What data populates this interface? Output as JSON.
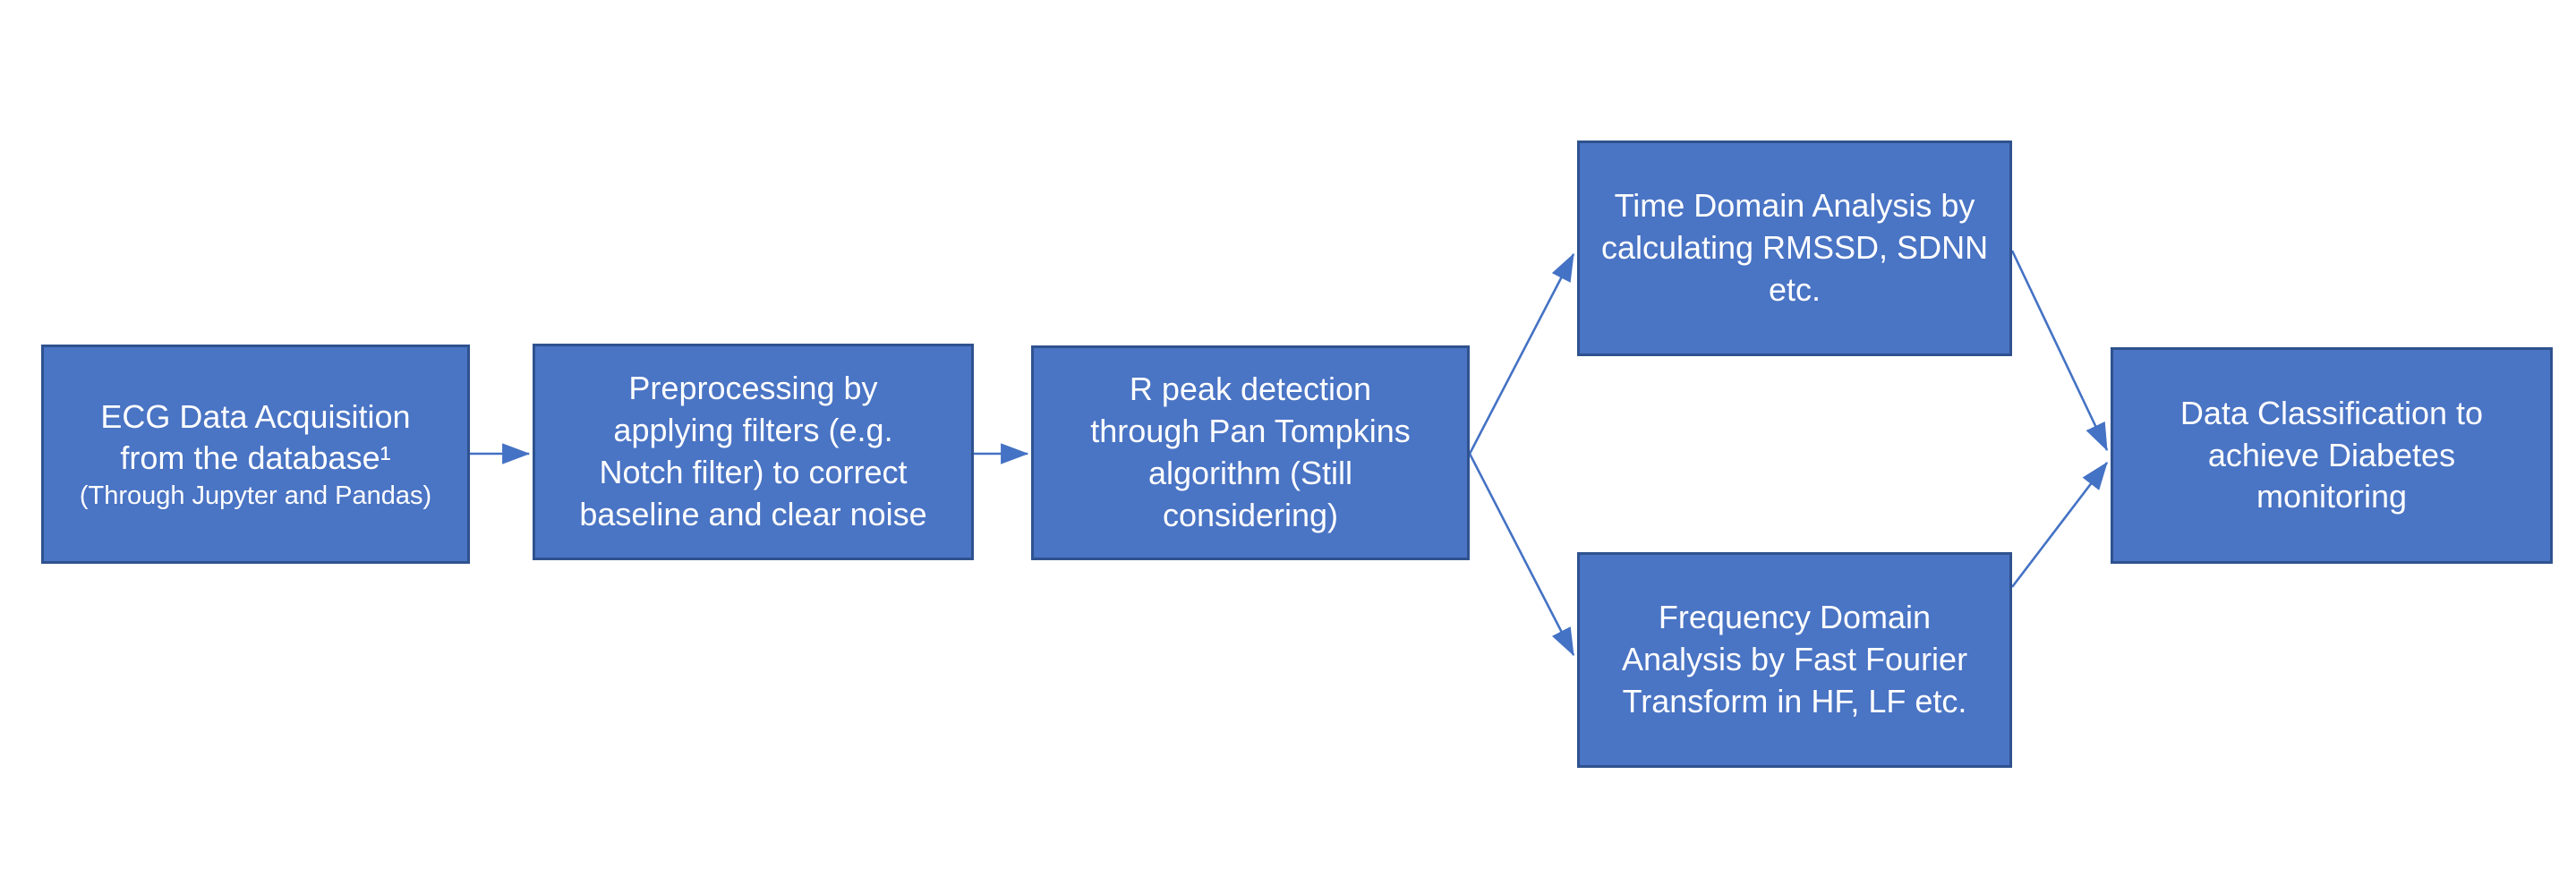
{
  "flowchart": {
    "colors": {
      "node_fill": "#4a74c4",
      "node_border": "#2f528f",
      "arrow": "#4472c4",
      "text": "#ffffff",
      "background": "#ffffff"
    },
    "nodes": [
      {
        "id": "ecg-acquisition",
        "label": "ECG Data Acquisition from the database¹",
        "sublabel": "(Through Jupyter and Pandas)"
      },
      {
        "id": "preprocessing",
        "label": "Preprocessing by applying filters (e.g. Notch filter) to correct baseline and clear noise"
      },
      {
        "id": "r-peak-detection",
        "label": "R peak detection through Pan Tompkins algorithm (Still considering)"
      },
      {
        "id": "time-domain-analysis",
        "label": "Time Domain Analysis by calculating RMSSD, SDNN etc."
      },
      {
        "id": "frequency-domain-analysis",
        "label": "Frequency Domain Analysis by Fast Fourier Transform in HF, LF etc."
      },
      {
        "id": "data-classification",
        "label": "Data Classification to achieve Diabetes monitoring"
      }
    ],
    "edges": [
      {
        "from": "ecg-acquisition",
        "to": "preprocessing"
      },
      {
        "from": "preprocessing",
        "to": "r-peak-detection"
      },
      {
        "from": "r-peak-detection",
        "to": "time-domain-analysis"
      },
      {
        "from": "r-peak-detection",
        "to": "frequency-domain-analysis"
      },
      {
        "from": "time-domain-analysis",
        "to": "data-classification"
      },
      {
        "from": "frequency-domain-analysis",
        "to": "data-classification"
      }
    ]
  }
}
